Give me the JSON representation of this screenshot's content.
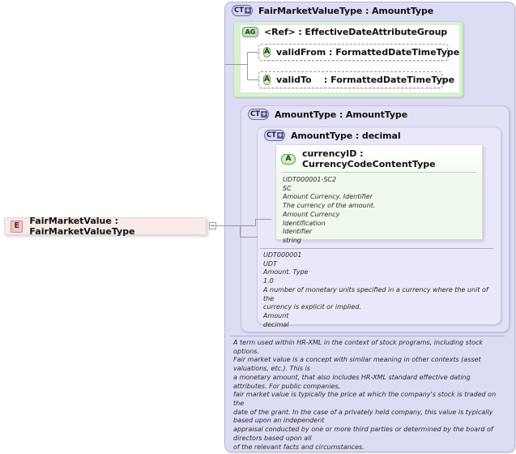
{
  "diagram": {
    "type": "xsd-schema-diagram",
    "element": {
      "badge": "E",
      "badge_name": "element-icon",
      "label": "FairMarketValue : FairMarketValueType"
    },
    "complex_type_outer": {
      "badge": "CT",
      "badge_name": "complex-type-icon",
      "expand": "+",
      "label": "FairMarketValueType : AmountType"
    },
    "attribute_group": {
      "badge": "AG",
      "badge_name": "attribute-group-icon",
      "label": "<Ref>     : EffectiveDateAttributeGroup",
      "attributes": [
        {
          "badge": "A",
          "label": "validFrom : FormattedDateTimeType"
        },
        {
          "badge": "A",
          "label": "validTo    : FormattedDateTimeType"
        }
      ]
    },
    "complex_type_mid": {
      "badge": "CT",
      "expand": "+",
      "label": "AmountType : AmountType"
    },
    "complex_type_inner": {
      "badge": "CT",
      "expand": "+",
      "label": "AmountType : decimal"
    },
    "currency_attribute": {
      "badge": "A",
      "badge_name": "attribute-icon",
      "label": "currencyID : CurrencyCodeContentType",
      "documentation": "UDT000001-SC2\nSC\nAmount Currency. Identifier\nThe currency of the amount.\nAmount Currency\nIdentification\nIdentifier\nstring"
    },
    "amount_type_documentation": "UDT000001\nUDT\nAmount. Type\n1.0\nA number of monetary units specified in a currency where the unit of the\ncurrency is explicit or implied.\nAmount\ndecimal",
    "fair_market_value_documentation": "A term used within HR-XML in the context of stock programs, including stock\noptions.\nFair market value is a concept with similar meaning in other contexts (asset\nvaluations, etc.). This is\na monetary amount, that also includes HR-XML standard effective dating\nattributes. For public companies,\nfair market value is typically the price at which the company's stock is traded on\nthe\ndate of the grant. In the case of a privately held company, this value is typically\nbased upon an independent\nappraisal conducted by one or more third parties or determined by the board of\ndirectors based upon all\nof the relevant facts and circumstances."
  },
  "colors": {
    "complex_type_fill": "#dcdcf5",
    "attribute_group_fill": "#d6f2cf",
    "element_fill": "#fbeaea",
    "connector": "#9a9a9a"
  }
}
